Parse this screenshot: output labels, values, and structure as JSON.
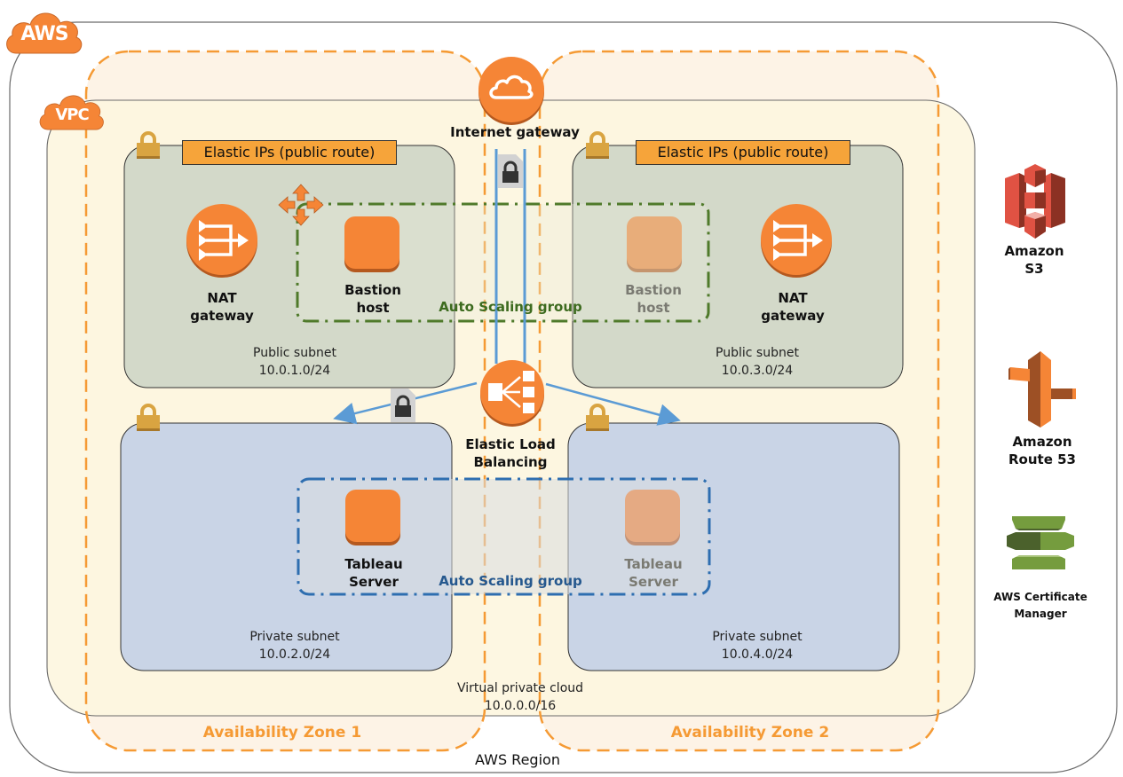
{
  "badges": {
    "aws": "AWS",
    "vpc": "VPC"
  },
  "region": {
    "label": "AWS Region"
  },
  "vpc": {
    "label": "Virtual private cloud",
    "cidr": "10.0.0.0/16"
  },
  "availability_zones": [
    {
      "label": "Availability Zone 1"
    },
    {
      "label": "Availability Zone 2"
    }
  ],
  "internet_gateway": {
    "label": "Internet gateway"
  },
  "load_balancer": {
    "label_line1": "Elastic Load",
    "label_line2": "Balancing"
  },
  "elastic_ips": [
    {
      "label": "Elastic IPs (public route)"
    },
    {
      "label": "Elastic IPs (public route)"
    }
  ],
  "public_subnets": [
    {
      "label": "Public subnet",
      "cidr": "10.0.1.0/24"
    },
    {
      "label": "Public subnet",
      "cidr": "10.0.3.0/24"
    }
  ],
  "private_subnets": [
    {
      "label": "Private subnet",
      "cidr": "10.0.2.0/24"
    },
    {
      "label": "Private subnet",
      "cidr": "10.0.4.0/24"
    }
  ],
  "nat_gateways": [
    {
      "line1": "NAT",
      "line2": "gateway"
    },
    {
      "line1": "NAT",
      "line2": "gateway"
    }
  ],
  "bastion_hosts": [
    {
      "line1": "Bastion",
      "line2": "host",
      "state": "active"
    },
    {
      "line1": "Bastion",
      "line2": "host",
      "state": "standby"
    }
  ],
  "tableau_servers": [
    {
      "line1": "Tableau",
      "line2": "Server",
      "state": "active"
    },
    {
      "line1": "Tableau",
      "line2": "Server",
      "state": "standby"
    }
  ],
  "auto_scaling_groups": [
    {
      "label": "Auto Scaling group",
      "color": "#3d6b1f"
    },
    {
      "label": "Auto Scaling group",
      "color": "#25588e"
    }
  ],
  "side_services": [
    {
      "line1": "Amazon",
      "line2": "S3",
      "icon": "s3-bucket-icon"
    },
    {
      "line1": "Amazon",
      "line2": "Route 53",
      "icon": "route53-signpost-icon"
    },
    {
      "line1": "AWS Certificate",
      "line2": "Manager",
      "icon": "certificate-manager-icon"
    }
  ],
  "colors": {
    "aws_orange": "#f58536",
    "az_dash": "#f59a34",
    "public_subnet_fill": "#d3d9c9",
    "private_subnet_fill": "#c9d4e6",
    "eip_fill": "#f6a43a",
    "lock_gold": "#d9a441",
    "flow_blue": "#5b9bd5"
  }
}
